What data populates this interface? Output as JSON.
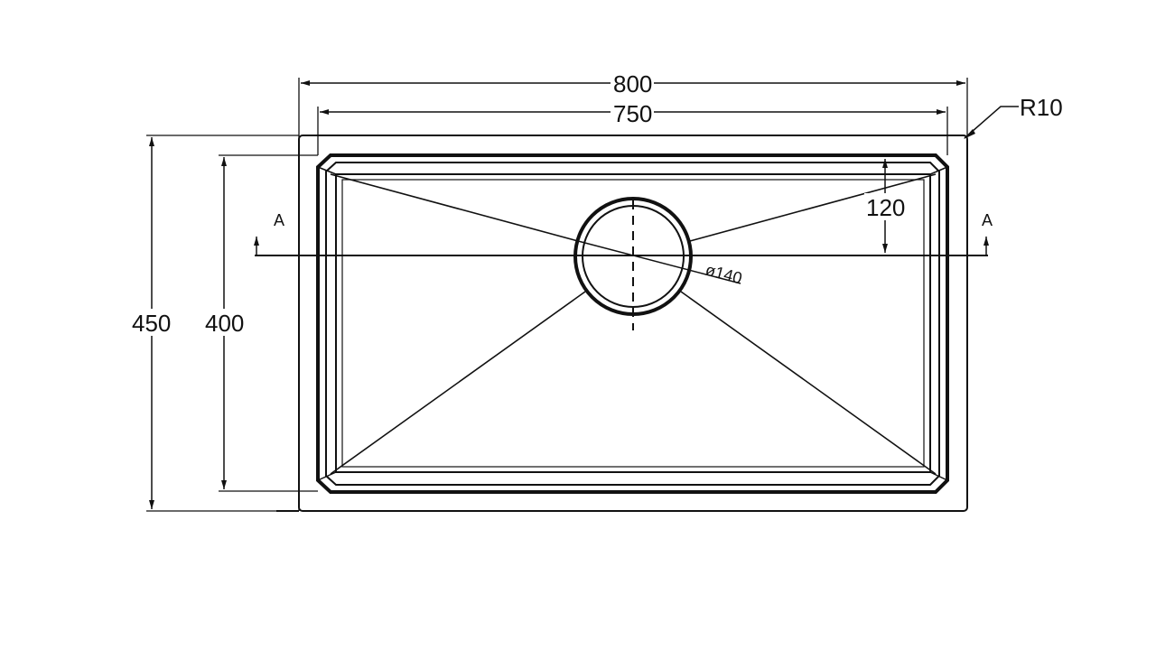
{
  "drawing": {
    "overall_width_label": "800",
    "bowl_width_label": "750",
    "overall_depth_label": "450",
    "bowl_depth_label": "400",
    "drain_offset_label": "120",
    "drain_diameter_label": "ø140",
    "corner_radius_label": "R10",
    "section_mark_left": "A",
    "section_mark_right": "A"
  },
  "colors": {
    "line": "#111111",
    "background": "#ffffff"
  }
}
